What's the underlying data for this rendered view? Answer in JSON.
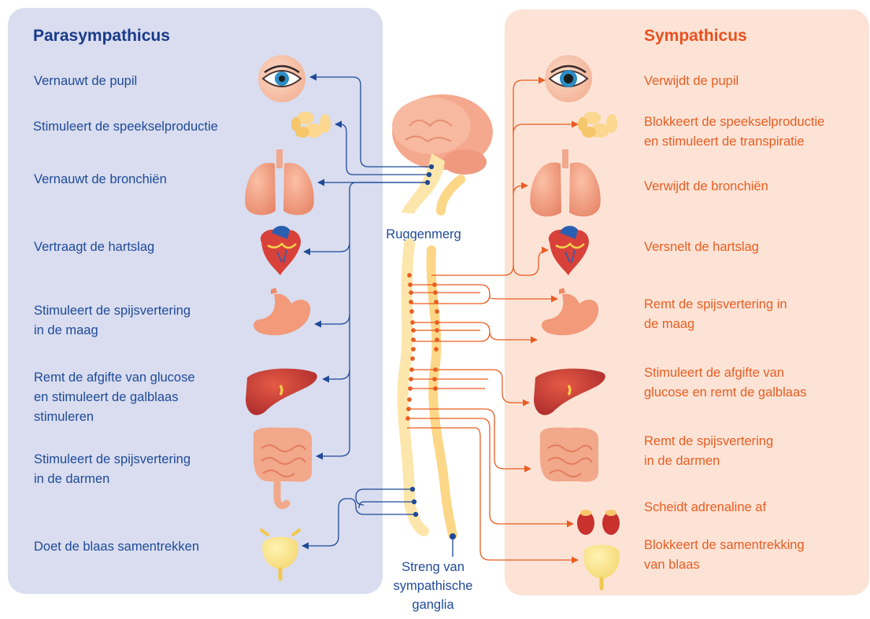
{
  "parasympathicus": {
    "title": "Parasympathicus",
    "effects": [
      "Vernauwt de pupil",
      "Stimuleert de speekselproductie",
      "Vernauwt de bronchiën",
      "Vertraagt de hartslag",
      "Stimuleert de spijsvertering\nin de maag",
      "Remt de afgifte van glucose\nen stimuleert de galblaas\nstimuleren",
      "Stimuleert de spijsvertering\nin de darmen",
      "Doet de blaas samentrekken"
    ]
  },
  "sympathicus": {
    "title": "Sympathicus",
    "effects": [
      "Verwijdt de pupil",
      "Blokkeert de speekselproductie\nen stimuleert de transpiratie",
      "Verwijdt de bronchiën",
      "Versnelt de hartslag",
      "Remt de spijsvertering in\nde maag",
      "Stimuleert de afgifte van\nglucose en remt de galblaas",
      "Remt de spijsvertering\nin de darmen",
      "Scheidt adrenaline af",
      "Blokkeert de samentrekking\nvan blaas"
    ]
  },
  "center": {
    "spinal_cord": "Ruggenmerg",
    "ganglia": "Streng van\nsympathische\nganglia"
  },
  "colors": {
    "left_panel": "#d9ddef",
    "right_panel": "#fce3d6",
    "parasympathetic": "#1f4a99",
    "sympathetic": "#e95d22",
    "spine": "#fde3a6"
  }
}
